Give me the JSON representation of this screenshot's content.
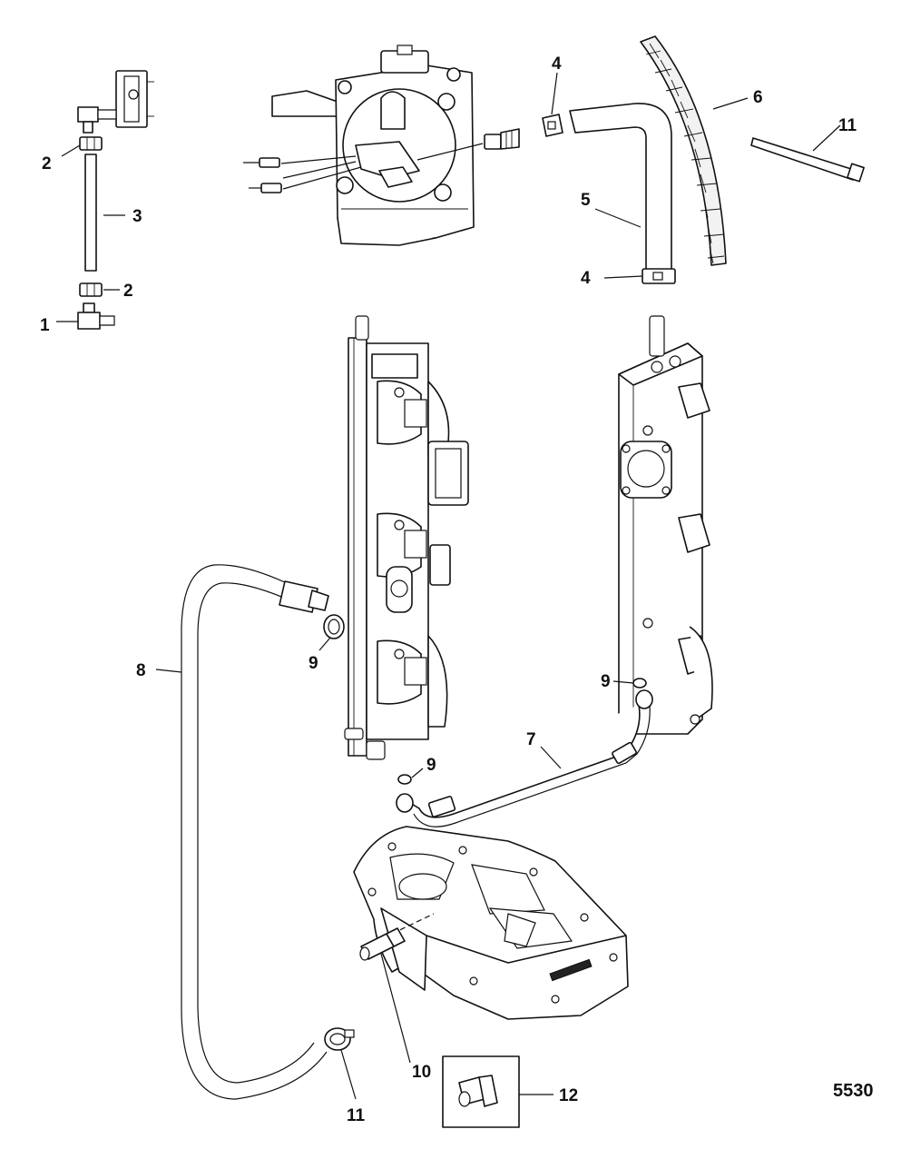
{
  "figure_number": "5530",
  "callouts": [
    {
      "id": "c1",
      "text": "1"
    },
    {
      "id": "c2a",
      "text": "2"
    },
    {
      "id": "c2b",
      "text": "2"
    },
    {
      "id": "c3",
      "text": "3"
    },
    {
      "id": "c4a",
      "text": "4"
    },
    {
      "id": "c4b",
      "text": "4"
    },
    {
      "id": "c5",
      "text": "5"
    },
    {
      "id": "c6",
      "text": "6"
    },
    {
      "id": "c11a",
      "text": "11"
    },
    {
      "id": "c9a",
      "text": "9"
    },
    {
      "id": "c8",
      "text": "8"
    },
    {
      "id": "c9b",
      "text": "9"
    },
    {
      "id": "c7",
      "text": "7"
    },
    {
      "id": "c9c",
      "text": "9"
    },
    {
      "id": "c10",
      "text": "10"
    },
    {
      "id": "c11b",
      "text": "11"
    },
    {
      "id": "c12",
      "text": "12"
    }
  ]
}
